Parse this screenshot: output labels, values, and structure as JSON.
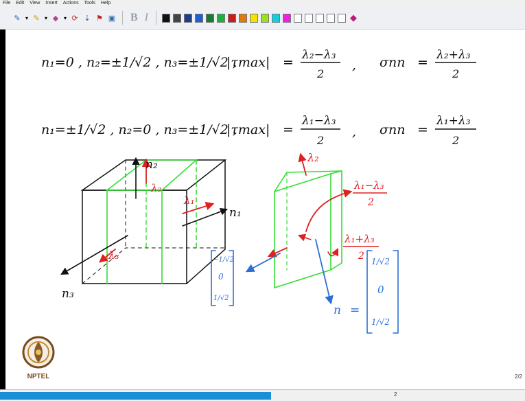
{
  "menu": [
    "File",
    "Edit",
    "View",
    "Insert",
    "Actions",
    "Tools",
    "Help"
  ],
  "toolbar": {
    "tools": [
      {
        "name": "pen-icon",
        "glyph": "✎",
        "color": "#2b5fb4"
      },
      {
        "name": "highlighter-icon",
        "glyph": "✎",
        "color": "#c7a100"
      },
      {
        "name": "eraser-icon",
        "glyph": "◆",
        "color": "#b04a8c"
      },
      {
        "name": "lasso-icon",
        "glyph": "⟳",
        "color": "#c03030"
      },
      {
        "name": "insert-space-icon",
        "glyph": "⇣",
        "color": "#2060a0"
      },
      {
        "name": "flag-icon",
        "glyph": "⚑",
        "color": "#c02020"
      },
      {
        "name": "image-icon",
        "glyph": "▣",
        "color": "#3370b0"
      }
    ],
    "bold": "B",
    "italic": "I",
    "swatches": [
      "#111111",
      "#444444",
      "#1e3c8c",
      "#1f5fd0",
      "#1a7a30",
      "#20b040",
      "#c81e1e",
      "#e07a10",
      "#f5e400",
      "#9ee020",
      "#10d0e0",
      "#f020e0",
      "#ffffff",
      "#ffffff",
      "#ffffff",
      "#ffffff",
      "#ffffff"
    ]
  },
  "page_indicator": "2/2",
  "status": {
    "page": "2"
  },
  "logo": {
    "text": "NPTEL"
  },
  "notes": {
    "line1": {
      "conds": "n₁=0 , n₂=±1/√2 , n₃=±1/√2 ,",
      "tau": "|τmax|",
      "eq1": "=",
      "tau_num": "λ₂−λ₃",
      "tau_den": "2",
      "sep": ",",
      "sigma": "σnn",
      "eq2": "=",
      "sig_num": "λ₂+λ₃",
      "sig_den": "2"
    },
    "line2": {
      "conds": "n₁=±1/√2 , n₂=0 , n₃=±1/√2 ,",
      "tau": "|τmax|",
      "eq1": "=",
      "tau_num": "λ₁−λ₃",
      "tau_den": "2",
      "sep": ",",
      "sigma": "σnn",
      "eq2": "=",
      "sig_num": "λ₁+λ₃",
      "sig_den": "2"
    }
  },
  "diagram": {
    "n1": "n₁",
    "n2": "n₂",
    "n3": "n₃",
    "lam1": "λ₁",
    "lam2": "λ₂",
    "lam3": "λ₃"
  },
  "diagram2": {
    "lam2": "λ₂",
    "shear_num": "λ₁−λ₃",
    "shear_den": "2",
    "normal_num": "λ₁+λ₃",
    "normal_den": "2",
    "vec_left": [
      "−1/√2",
      "0",
      "1/√2"
    ],
    "n_label": "n",
    "eq": "=",
    "vec_right": [
      "1/√2",
      "0",
      "1/√2"
    ]
  },
  "colors": {
    "ink": "#111111",
    "red": "#e02020",
    "green": "#33dd33",
    "blue": "#2a6fd6"
  }
}
